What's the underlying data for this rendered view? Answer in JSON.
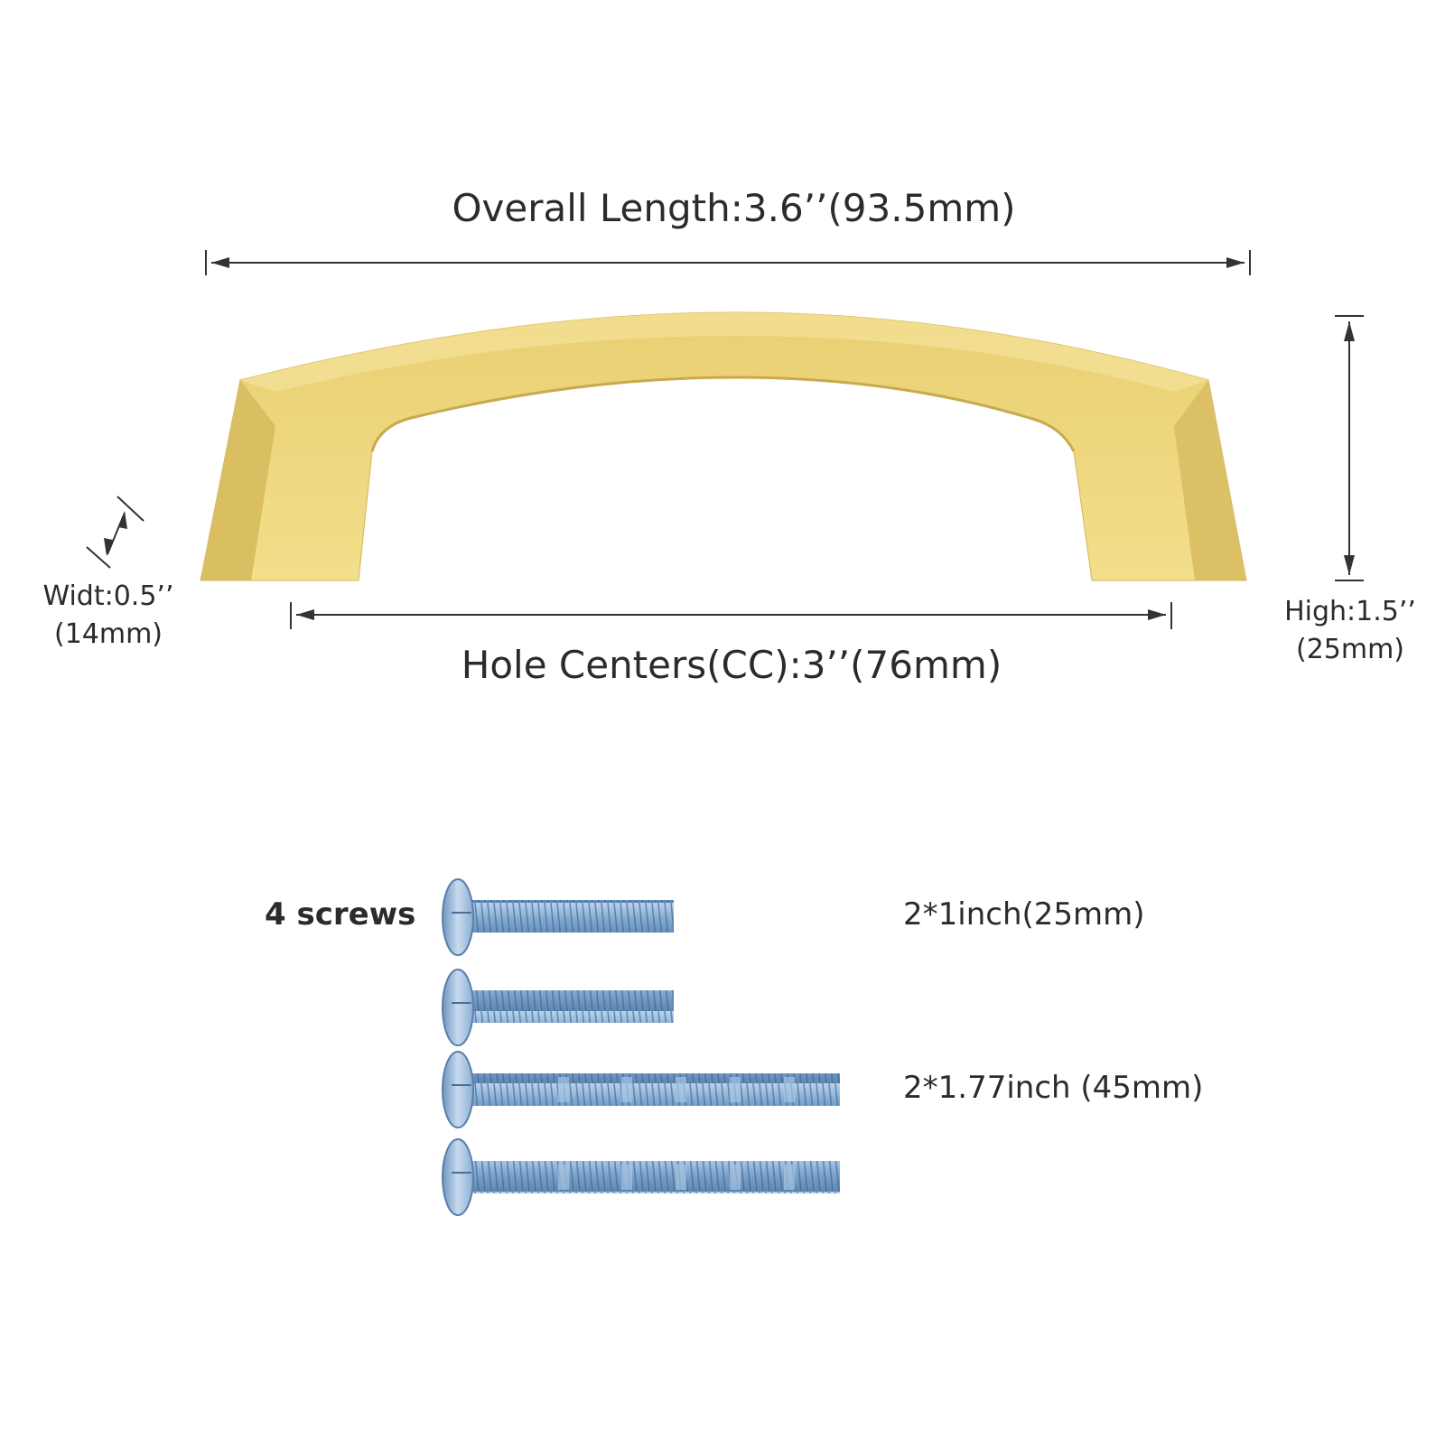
{
  "dimensions": {
    "overall_length": "Overall Length:3.6’’(93.5mm)",
    "hole_centers": "Hole Centers(CC):3’’(76mm)",
    "width_line1": "Widt:0.5’’",
    "width_line2": "(14mm)",
    "height_line1": "High:1.5’’",
    "height_line2": "(25mm)"
  },
  "screws": {
    "count_label": "4 screws",
    "short_spec": "2*1inch(25mm)",
    "long_spec": "2*1.77inch (45mm)"
  },
  "colors": {
    "handle_gold": "#EDD57E",
    "handle_shadow": "#D8BC5E",
    "screw_blue": "#8FB3D6",
    "dimension_line": "#333333"
  }
}
